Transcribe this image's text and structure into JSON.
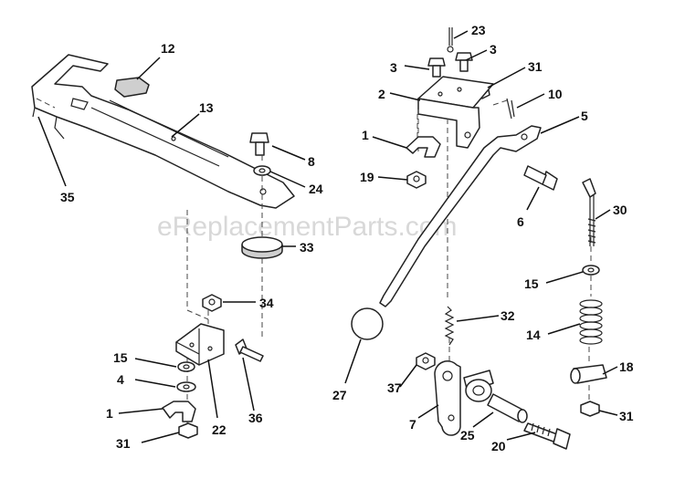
{
  "watermark": "eReplacementParts.com",
  "callouts": [
    {
      "id": "c12",
      "text": "12"
    },
    {
      "id": "c13",
      "text": "13"
    },
    {
      "id": "c35",
      "text": "35"
    },
    {
      "id": "c8",
      "text": "8"
    },
    {
      "id": "c24",
      "text": "24"
    },
    {
      "id": "c33",
      "text": "33"
    },
    {
      "id": "c34",
      "text": "34"
    },
    {
      "id": "c15a",
      "text": "15"
    },
    {
      "id": "c4",
      "text": "4"
    },
    {
      "id": "c1a",
      "text": "1"
    },
    {
      "id": "c31a",
      "text": "31"
    },
    {
      "id": "c22",
      "text": "22"
    },
    {
      "id": "c36",
      "text": "36"
    },
    {
      "id": "c23",
      "text": "23"
    },
    {
      "id": "c3a",
      "text": "3"
    },
    {
      "id": "c3b",
      "text": "3"
    },
    {
      "id": "c31b",
      "text": "31"
    },
    {
      "id": "c2",
      "text": "2"
    },
    {
      "id": "c10",
      "text": "10"
    },
    {
      "id": "c5",
      "text": "5"
    },
    {
      "id": "c1b",
      "text": "1"
    },
    {
      "id": "c19",
      "text": "19"
    },
    {
      "id": "c6",
      "text": "6"
    },
    {
      "id": "c30",
      "text": "30"
    },
    {
      "id": "c15b",
      "text": "15"
    },
    {
      "id": "c32",
      "text": "32"
    },
    {
      "id": "c14",
      "text": "14"
    },
    {
      "id": "c27",
      "text": "27"
    },
    {
      "id": "c37",
      "text": "37"
    },
    {
      "id": "c18",
      "text": "18"
    },
    {
      "id": "c31c",
      "text": "31"
    },
    {
      "id": "c7",
      "text": "7"
    },
    {
      "id": "c25",
      "text": "25"
    },
    {
      "id": "c20",
      "text": "20"
    }
  ]
}
